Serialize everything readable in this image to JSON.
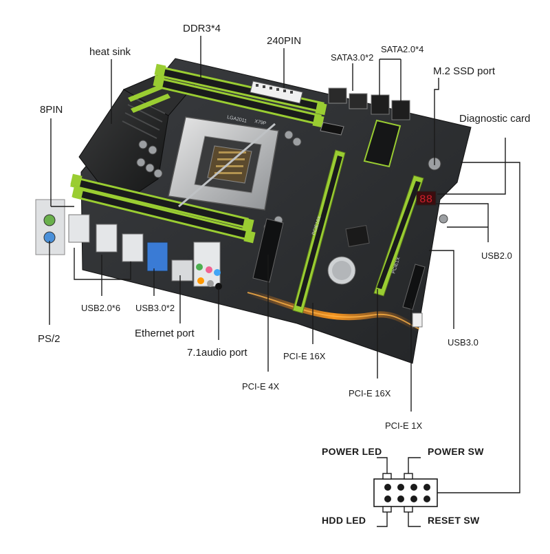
{
  "labels": {
    "ddr3": "DDR3*4",
    "pin240": "240PIN",
    "heat_sink": "heat sink",
    "sata3": "SATA3.0*2",
    "sata2": "SATA2.0*4",
    "m2": "M.2 SSD port",
    "pin8": "8PIN",
    "diag": "Diagnostic card",
    "usb2_right": "USB2.0",
    "usb3_right": "USB3.0",
    "usb2_6": "USB2.0*6",
    "usb3_2": "USB3.0*2",
    "ethernet": "Ethernet port",
    "audio": "7.1audio port",
    "ps2": "PS/2",
    "pcie4": "PCI-E 4X",
    "pcie16a": "PCI-E 16X",
    "pcie16b": "PCI-E 16X",
    "pcie1": "PCI-E 1X",
    "power_led": "POWER LED",
    "power_sw": "POWER SW",
    "hdd_led": "HDD LED",
    "reset_sw": "RESET SW"
  },
  "board_marks": {
    "model": "X79P",
    "socket": "LGA2011",
    "slot_a": "PCIE16X",
    "slot_b": "PCIE1X"
  },
  "colors": {
    "pcb": "#2a2c2e",
    "accent_green": "#9acd32",
    "orange_glow": "#ff8c1a",
    "heatsink": "#1e1f20",
    "diag_display": "#d0202a"
  }
}
